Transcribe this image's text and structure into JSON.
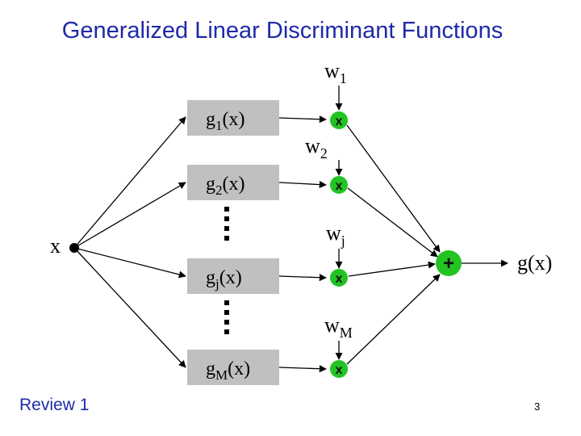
{
  "title": "Generalized Linear Discriminant Functions",
  "footer": {
    "left": "Review 1",
    "page_number": "3"
  },
  "input": {
    "label": "x"
  },
  "basis_functions": [
    {
      "name": "g",
      "sub": "1",
      "arg": "(x)"
    },
    {
      "name": "g",
      "sub": "2",
      "arg": "(x)"
    },
    {
      "name": "g",
      "sub": "j",
      "arg": "(x)"
    },
    {
      "name": "g",
      "sub": "M",
      "arg": "(x)"
    }
  ],
  "weights": [
    {
      "name": "w",
      "sub": "1"
    },
    {
      "name": "w",
      "sub": "2"
    },
    {
      "name": "w",
      "sub": "j"
    },
    {
      "name": "w",
      "sub": "M"
    }
  ],
  "multiplier_symbol": "x",
  "sum_symbol": "+",
  "output": {
    "label": "g(x)"
  },
  "colors": {
    "title": "#1f2aa8",
    "box_fill": "#c0c0c0",
    "node_fill": "#22c322",
    "dots": "#000000"
  }
}
